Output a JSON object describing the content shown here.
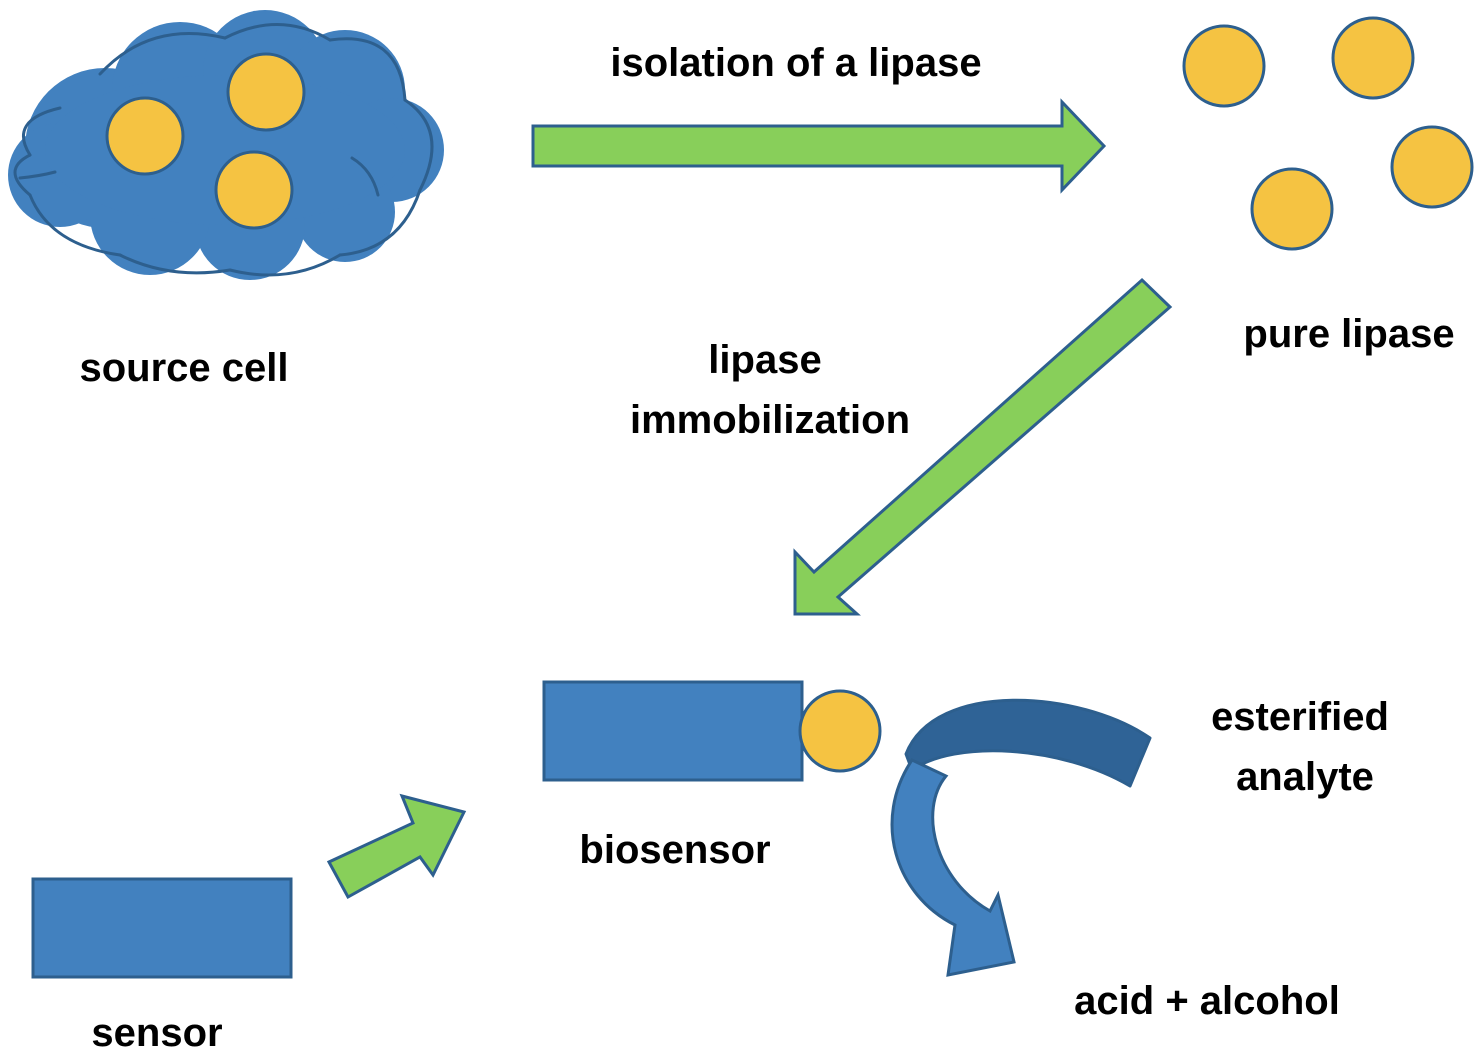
{
  "labels": {
    "isolation": "isolation of a lipase",
    "pure_lipase": "pure lipase",
    "source_cell": "source cell",
    "immobilization_line1": "lipase",
    "immobilization_line2": "immobilization",
    "biosensor": "biosensor",
    "sensor": "sensor",
    "esterified_line1": "esterified",
    "esterified_line2": "analyte",
    "products": "acid + alcohol"
  },
  "colors": {
    "cell_blue": "#4281BF",
    "outline_blue": "#2D5F8E",
    "lipase_yellow": "#F5C342",
    "arrow_green": "#88CF5A",
    "curved_arrow_dark": "#2F6396"
  }
}
